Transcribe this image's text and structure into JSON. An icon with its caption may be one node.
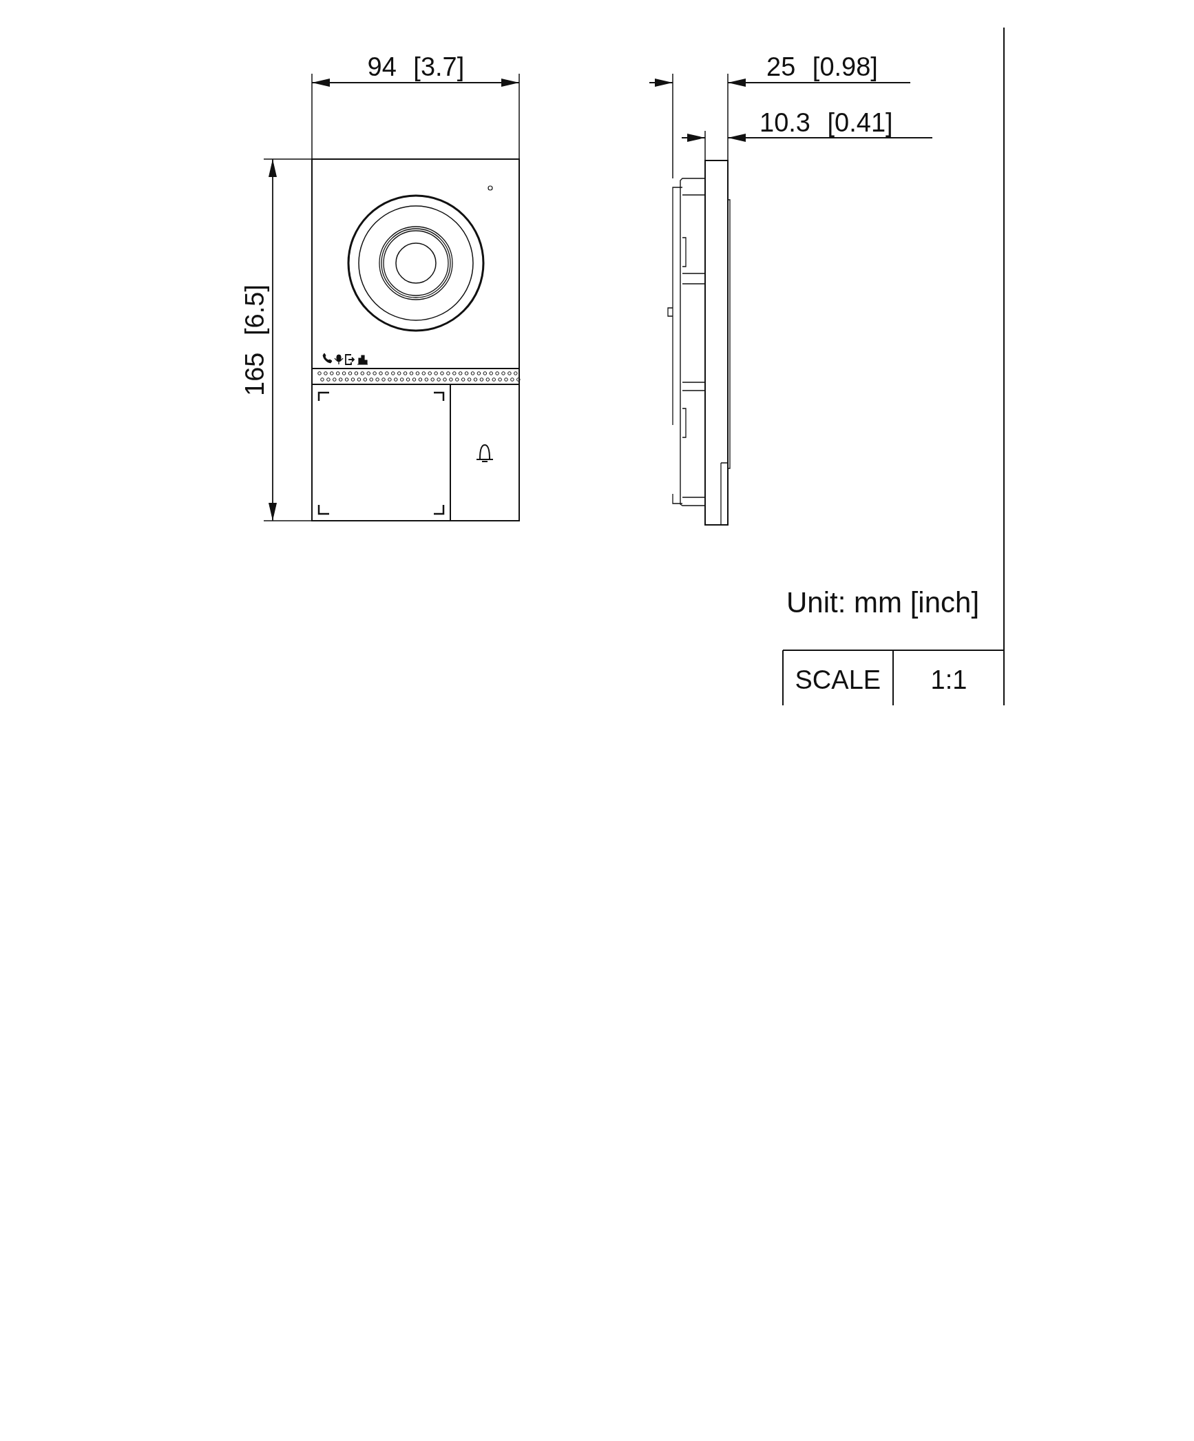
{
  "diagram": {
    "labels": [
      "94 [3.7]",
      "165 [6.5]",
      "25 [0.98]",
      "10.3 [0.41]",
      "Unit: mm [inch]",
      "SCALE",
      "1:1"
    ]
  }
}
